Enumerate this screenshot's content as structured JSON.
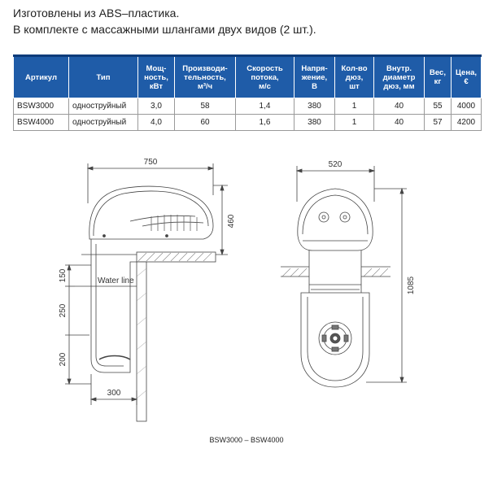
{
  "intro": {
    "line1": "Изготовлены из ABS–пластика.",
    "line2": "В комплекте с массажными шлангами двух видов (2 шт.)."
  },
  "table": {
    "headers": [
      [
        "Артикул"
      ],
      [
        "Тип"
      ],
      [
        "Мощ-",
        "ность,",
        "кВт"
      ],
      [
        "Производи-",
        "тельность,",
        "м³/ч"
      ],
      [
        "Скорость",
        "потока,",
        "м/с"
      ],
      [
        "Напря-",
        "жение,",
        "В"
      ],
      [
        "Кол-во",
        "дюз,",
        "шт"
      ],
      [
        "Внутр.",
        "диаметр",
        "дюз, мм"
      ],
      [
        "Вес,",
        "кг"
      ],
      [
        "Цена,",
        "€"
      ]
    ],
    "rows": [
      [
        "BSW3000",
        "одноструйный",
        "3,0",
        "58",
        "1,4",
        "380",
        "1",
        "40",
        "55",
        "4000"
      ],
      [
        "BSW4000",
        "одноструйный",
        "4,0",
        "60",
        "1,6",
        "380",
        "1",
        "40",
        "57",
        "4200"
      ]
    ]
  },
  "drawing": {
    "side": {
      "width": "750",
      "height": "460",
      "water_line": "Water line",
      "d150": "150",
      "d250": "250",
      "d200": "200",
      "d300": "300"
    },
    "front": {
      "width": "520",
      "height": "1085"
    }
  },
  "caption": "BSW3000 – BSW4000"
}
